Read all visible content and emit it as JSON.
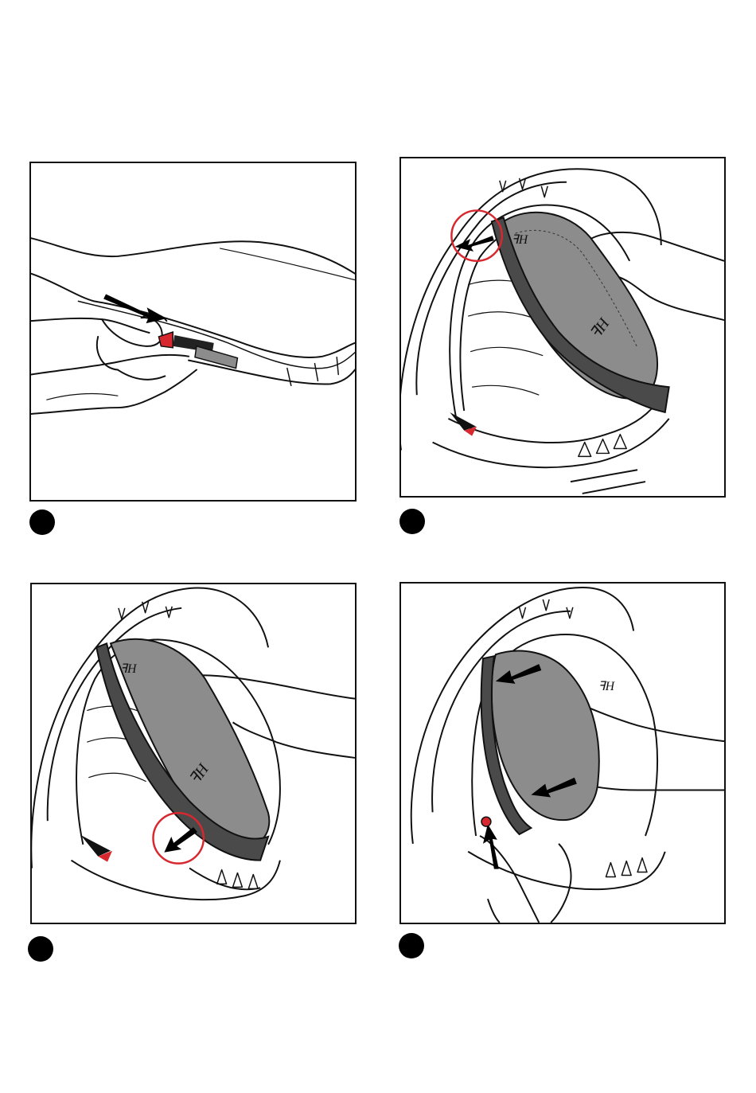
{
  "document": {
    "type": "instruction-illustration-sheet",
    "steps": [
      {
        "id": 1,
        "icon": "step-marker-dot",
        "illustration": "release-clip-illustration"
      },
      {
        "id": 2,
        "icon": "step-marker-dot",
        "illustration": "lift-liner-illustration"
      },
      {
        "id": 3,
        "icon": "step-marker-dot",
        "illustration": "pull-liner-tab-illustration"
      },
      {
        "id": 4,
        "icon": "step-marker-dot",
        "illustration": "insert-liner-illustration"
      }
    ]
  },
  "colors": {
    "line": "#111111",
    "accent_red": "#d7282f",
    "pad_gray": "#8c8c8c",
    "strap_dark": "#4a4a4a",
    "background": "#ffffff"
  }
}
